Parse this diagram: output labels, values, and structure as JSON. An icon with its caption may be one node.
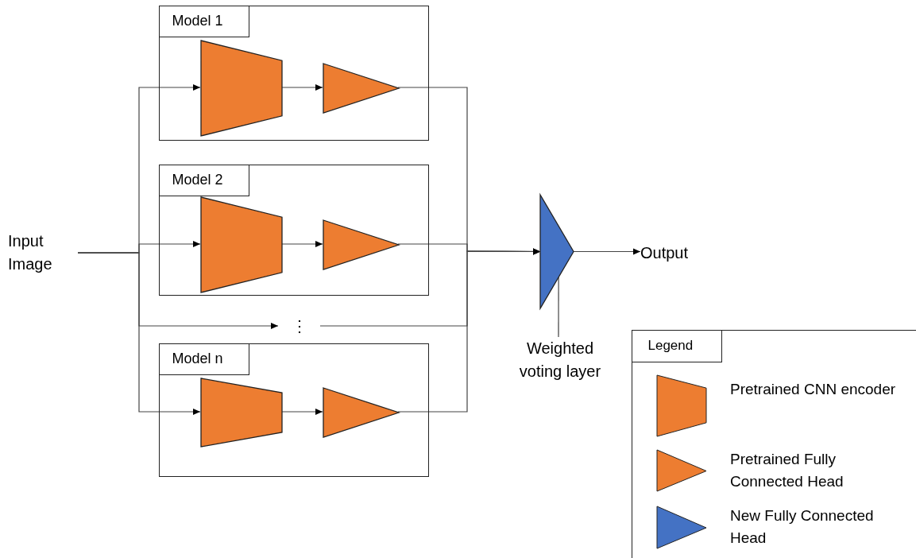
{
  "diagram": {
    "nodes": [
      {
        "text": [
          "Input Image"
        ]
      },
      {
        "text": [
          "Model 1"
        ]
      },
      {
        "text": [],
        "shape": "trapezoid",
        "in": 1
      },
      {
        "text": [],
        "shape": "triangle",
        "in": 1
      },
      {
        "text": [
          "Model 2"
        ]
      },
      {
        "text": [],
        "shape": "trapezoid",
        "in": 4
      },
      {
        "text": [],
        "shape": "triangle",
        "in": 4
      },
      {
        "text": [
          "⋮"
        ]
      },
      {
        "text": [
          "Model n"
        ]
      },
      {
        "text": [],
        "shape": "trapezoid",
        "in": 8
      },
      {
        "text": [],
        "shape": "triangle",
        "in": 8
      },
      {
        "text": [],
        "shape": "triangle"
      },
      {
        "text": [
          "Weighted voting layer"
        ]
      },
      {
        "text": [
          "Output"
        ]
      }
    ],
    "edges": [
      {
        "from": 0,
        "to": 2,
        "arrow": "to"
      },
      {
        "from": 0,
        "to": 5,
        "arrow": "to"
      },
      {
        "from": 0,
        "to": 7,
        "arrow": "to"
      },
      {
        "from": 0,
        "to": 9,
        "arrow": "to"
      },
      {
        "from": 2,
        "to": 3,
        "arrow": "to"
      },
      {
        "from": 5,
        "to": 6,
        "arrow": "to"
      },
      {
        "from": 9,
        "to": 10,
        "arrow": "to"
      },
      {
        "from": 3,
        "to": 11,
        "arrow": "to"
      },
      {
        "from": 6,
        "to": 11,
        "arrow": "to"
      },
      {
        "from": 7,
        "to": 11,
        "arrow": "to"
      },
      {
        "from": 10,
        "to": 11,
        "arrow": "to"
      },
      {
        "from": 11,
        "to": 13,
        "arrow": "to"
      },
      {
        "from": 12,
        "to": 11,
        "arrow": "none"
      }
    ],
    "labels": [
      "Legend"
    ],
    "legend": [
      {
        "text": "Pretrained CNN encoder"
      },
      {
        "text": "Pretrained Fully Connected Head"
      },
      {
        "text": "New Fully Connected Head"
      }
    ]
  }
}
